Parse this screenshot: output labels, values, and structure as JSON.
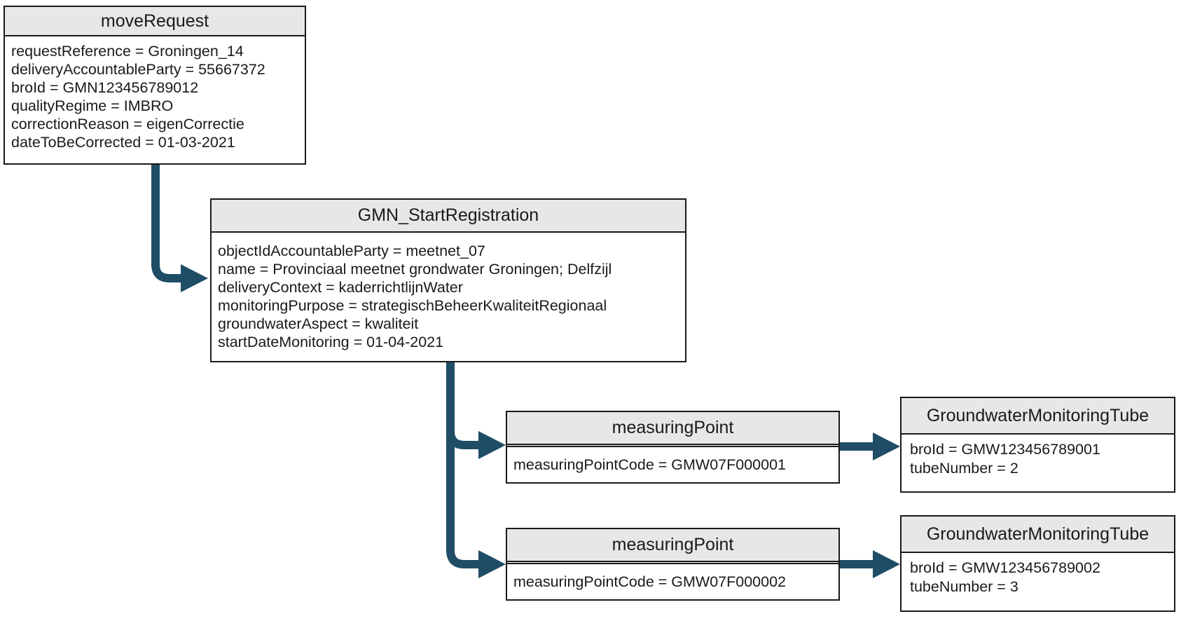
{
  "colors": {
    "arrow": "#1f4d66",
    "box_border": "#1a1a1a",
    "header_fill": "#e7e7e7",
    "background": "#ffffff",
    "text": "#1a1a1a"
  },
  "nodes": {
    "move_request": {
      "title": "moveRequest",
      "attributes": [
        "requestReference = Groningen_14",
        "deliveryAccountableParty = 55667372",
        "broId = GMN123456789012",
        "qualityRegime = IMBRO",
        "correctionReason = eigenCorrectie",
        "dateToBeCorrected = 01-03-2021"
      ]
    },
    "gmn_start_registration": {
      "title": "GMN_StartRegistration",
      "attributes": [
        "objectIdAccountableParty = meetnet_07",
        "name = Provinciaal meetnet grondwater Groningen; Delfzijl",
        "deliveryContext = kaderrichtlijnWater",
        "monitoringPurpose = strategischBeheerKwaliteitRegionaal",
        "groundwaterAspect = kwaliteit",
        "startDateMonitoring = 01-04-2021"
      ]
    },
    "measuring_point_1": {
      "title": "measuringPoint",
      "attributes": [
        "measuringPointCode = GMW07F000001"
      ]
    },
    "measuring_point_2": {
      "title": "measuringPoint",
      "attributes": [
        "measuringPointCode = GMW07F000002"
      ]
    },
    "tube_1": {
      "title": "GroundwaterMonitoringTube",
      "attributes": [
        "broId = GMW123456789001",
        "tubeNumber = 2"
      ]
    },
    "tube_2": {
      "title": "GroundwaterMonitoringTube",
      "attributes": [
        "broId = GMW123456789002",
        "tubeNumber = 3"
      ]
    }
  },
  "edges": [
    {
      "from": "moveRequest",
      "to": "GMN_StartRegistration"
    },
    {
      "from": "GMN_StartRegistration",
      "to": "measuringPoint (GMW07F000001)"
    },
    {
      "from": "GMN_StartRegistration",
      "to": "measuringPoint (GMW07F000002)"
    },
    {
      "from": "measuringPoint (GMW07F000001)",
      "to": "GroundwaterMonitoringTube (GMW123456789001)"
    },
    {
      "from": "measuringPoint (GMW07F000002)",
      "to": "GroundwaterMonitoringTube (GMW123456789002)"
    }
  ]
}
